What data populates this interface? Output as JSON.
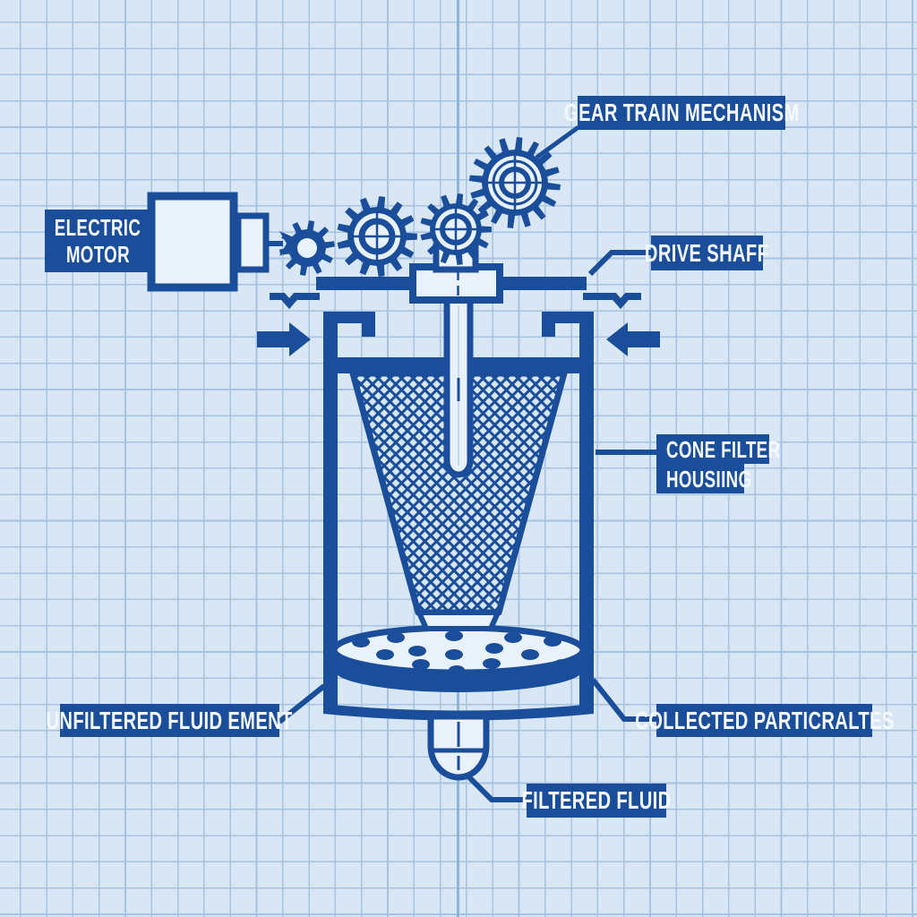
{
  "figure": {
    "type": "technical-blueprint-diagram",
    "subject": "Gear-driven cone filter housing mechanism on blueprint grid paper"
  },
  "colors": {
    "background": "#d9e6f4",
    "grid": "#a6c4e2",
    "grid_major": "#8fb4d9",
    "ink": "#1a4e9a",
    "label_bg": "#1a4e9a",
    "label_text": "#f5f9fd",
    "fill_light": "#e9f1fa",
    "mesh_bg": "#d8e5f3"
  },
  "labels": {
    "gear_train": "GEAR TRAIN MECHANISM",
    "electric_motor_line1": "ELECTRIC",
    "electric_motor_line2": "MOTOR",
    "drive_shaft": "DRIVE SHAFF",
    "cone_filter_line1": "CONE FILTER",
    "cone_filter_line2": "HOUSIING",
    "unfiltered": "UNFILTERED FLUID EMENT",
    "collected": "COLLECTED PARTICRALTES",
    "filtered": "FILTERED FLUID"
  },
  "icons": [
    "gear-icon",
    "electric-motor-icon",
    "inlet-arrow-left-icon",
    "inlet-arrow-right-icon",
    "drive-shaft-icon",
    "cone-filter-mesh-icon",
    "perforated-plate-icon",
    "outlet-pipe-icon"
  ]
}
